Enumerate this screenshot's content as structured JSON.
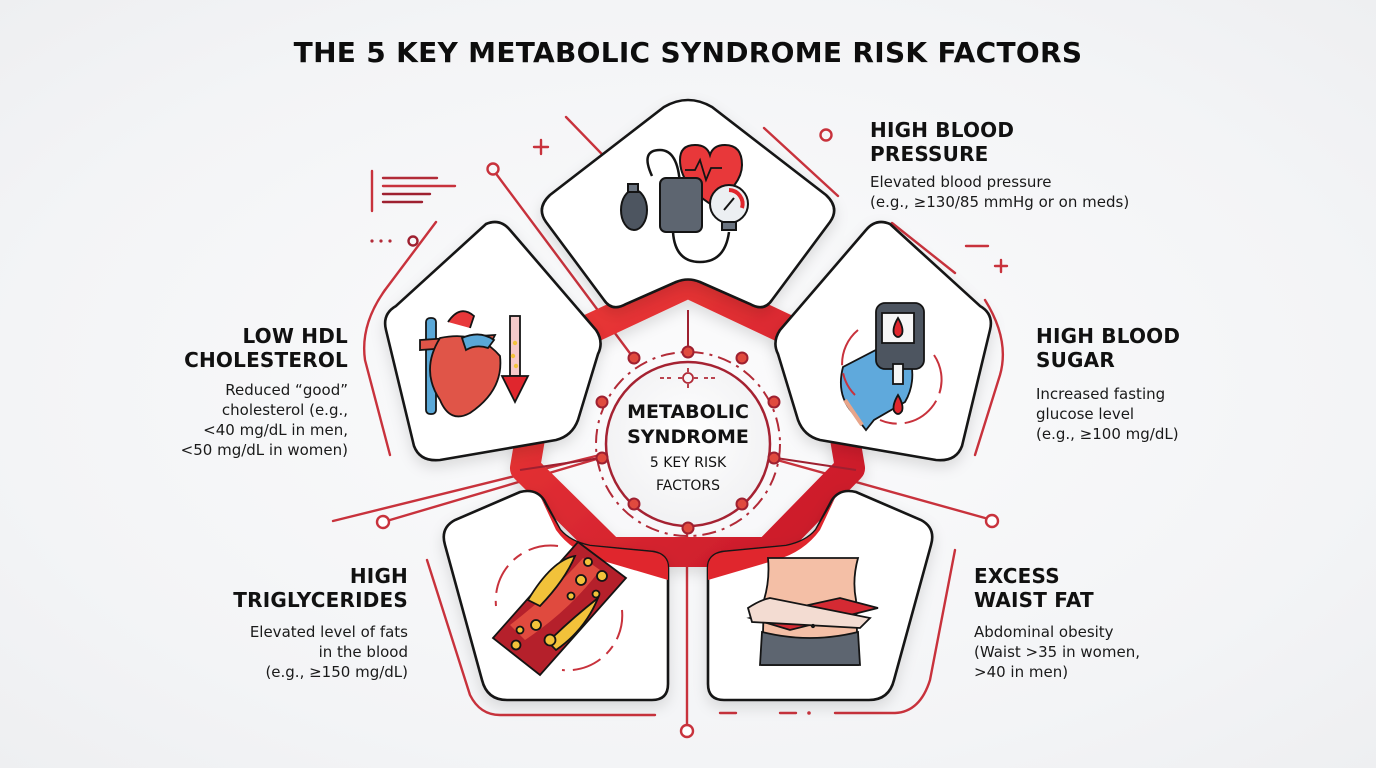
{
  "title": "THE 5 KEY METABOLIC SYNDROME RISK FACTORS",
  "center": {
    "line1": "METABOLIC",
    "line2": "SYNDROME",
    "line3": "5 KEY RISK",
    "line4": "FACTORS"
  },
  "factors": [
    {
      "id": "high-blood-pressure",
      "title_line1": "HIGH BLOOD",
      "title_line2": "PRESSURE",
      "desc_line1": "Elevated blood pressure",
      "desc_line2": "(e.g., ≥130/85 mmHg or on meds)",
      "desc_line3": "",
      "desc_line4": "",
      "icon": "blood-pressure-monitor-icon"
    },
    {
      "id": "high-blood-sugar",
      "title_line1": "HIGH BLOOD",
      "title_line2": "SUGAR",
      "desc_line1": "Increased fasting",
      "desc_line2": "glucose level",
      "desc_line3": "(e.g., ≥100 mg/dL)",
      "desc_line4": "",
      "icon": "glucose-meter-icon"
    },
    {
      "id": "excess-waist-fat",
      "title_line1": "EXCESS",
      "title_line2": "WAIST FAT",
      "desc_line1": "Abdominal obesity",
      "desc_line2": "(Waist >35 in women,",
      "desc_line3": ">40 in men)",
      "desc_line4": "",
      "icon": "measuring-tape-waist-icon"
    },
    {
      "id": "high-triglycerides",
      "title_line1": "HIGH",
      "title_line2": "TRIGLYCERIDES",
      "desc_line1": "Elevated level of fats",
      "desc_line2": "in the blood",
      "desc_line3": "(e.g., ≥150 mg/dL)",
      "desc_line4": "",
      "icon": "clogged-artery-icon"
    },
    {
      "id": "low-hdl-cholesterol",
      "title_line1": "LOW HDL",
      "title_line2": "CHOLESTEROL",
      "desc_line1": "Reduced “good”",
      "desc_line2": "cholesterol (e.g.,",
      "desc_line3": "<40 mg/dL in men,",
      "desc_line4": "<50 mg/dL in women)",
      "icon": "heart-down-arrow-icon"
    }
  ],
  "colors": {
    "accent_red": "#e0262d",
    "dark_red": "#b32030",
    "line_red": "#c8323c",
    "outline": "#141414",
    "glove_blue": "#5fa9dc",
    "vessel_blue": "#5aa8d8",
    "fat_yellow": "#f2c23a",
    "gray_device": "#4d5560",
    "background": "#f3f4f6"
  }
}
